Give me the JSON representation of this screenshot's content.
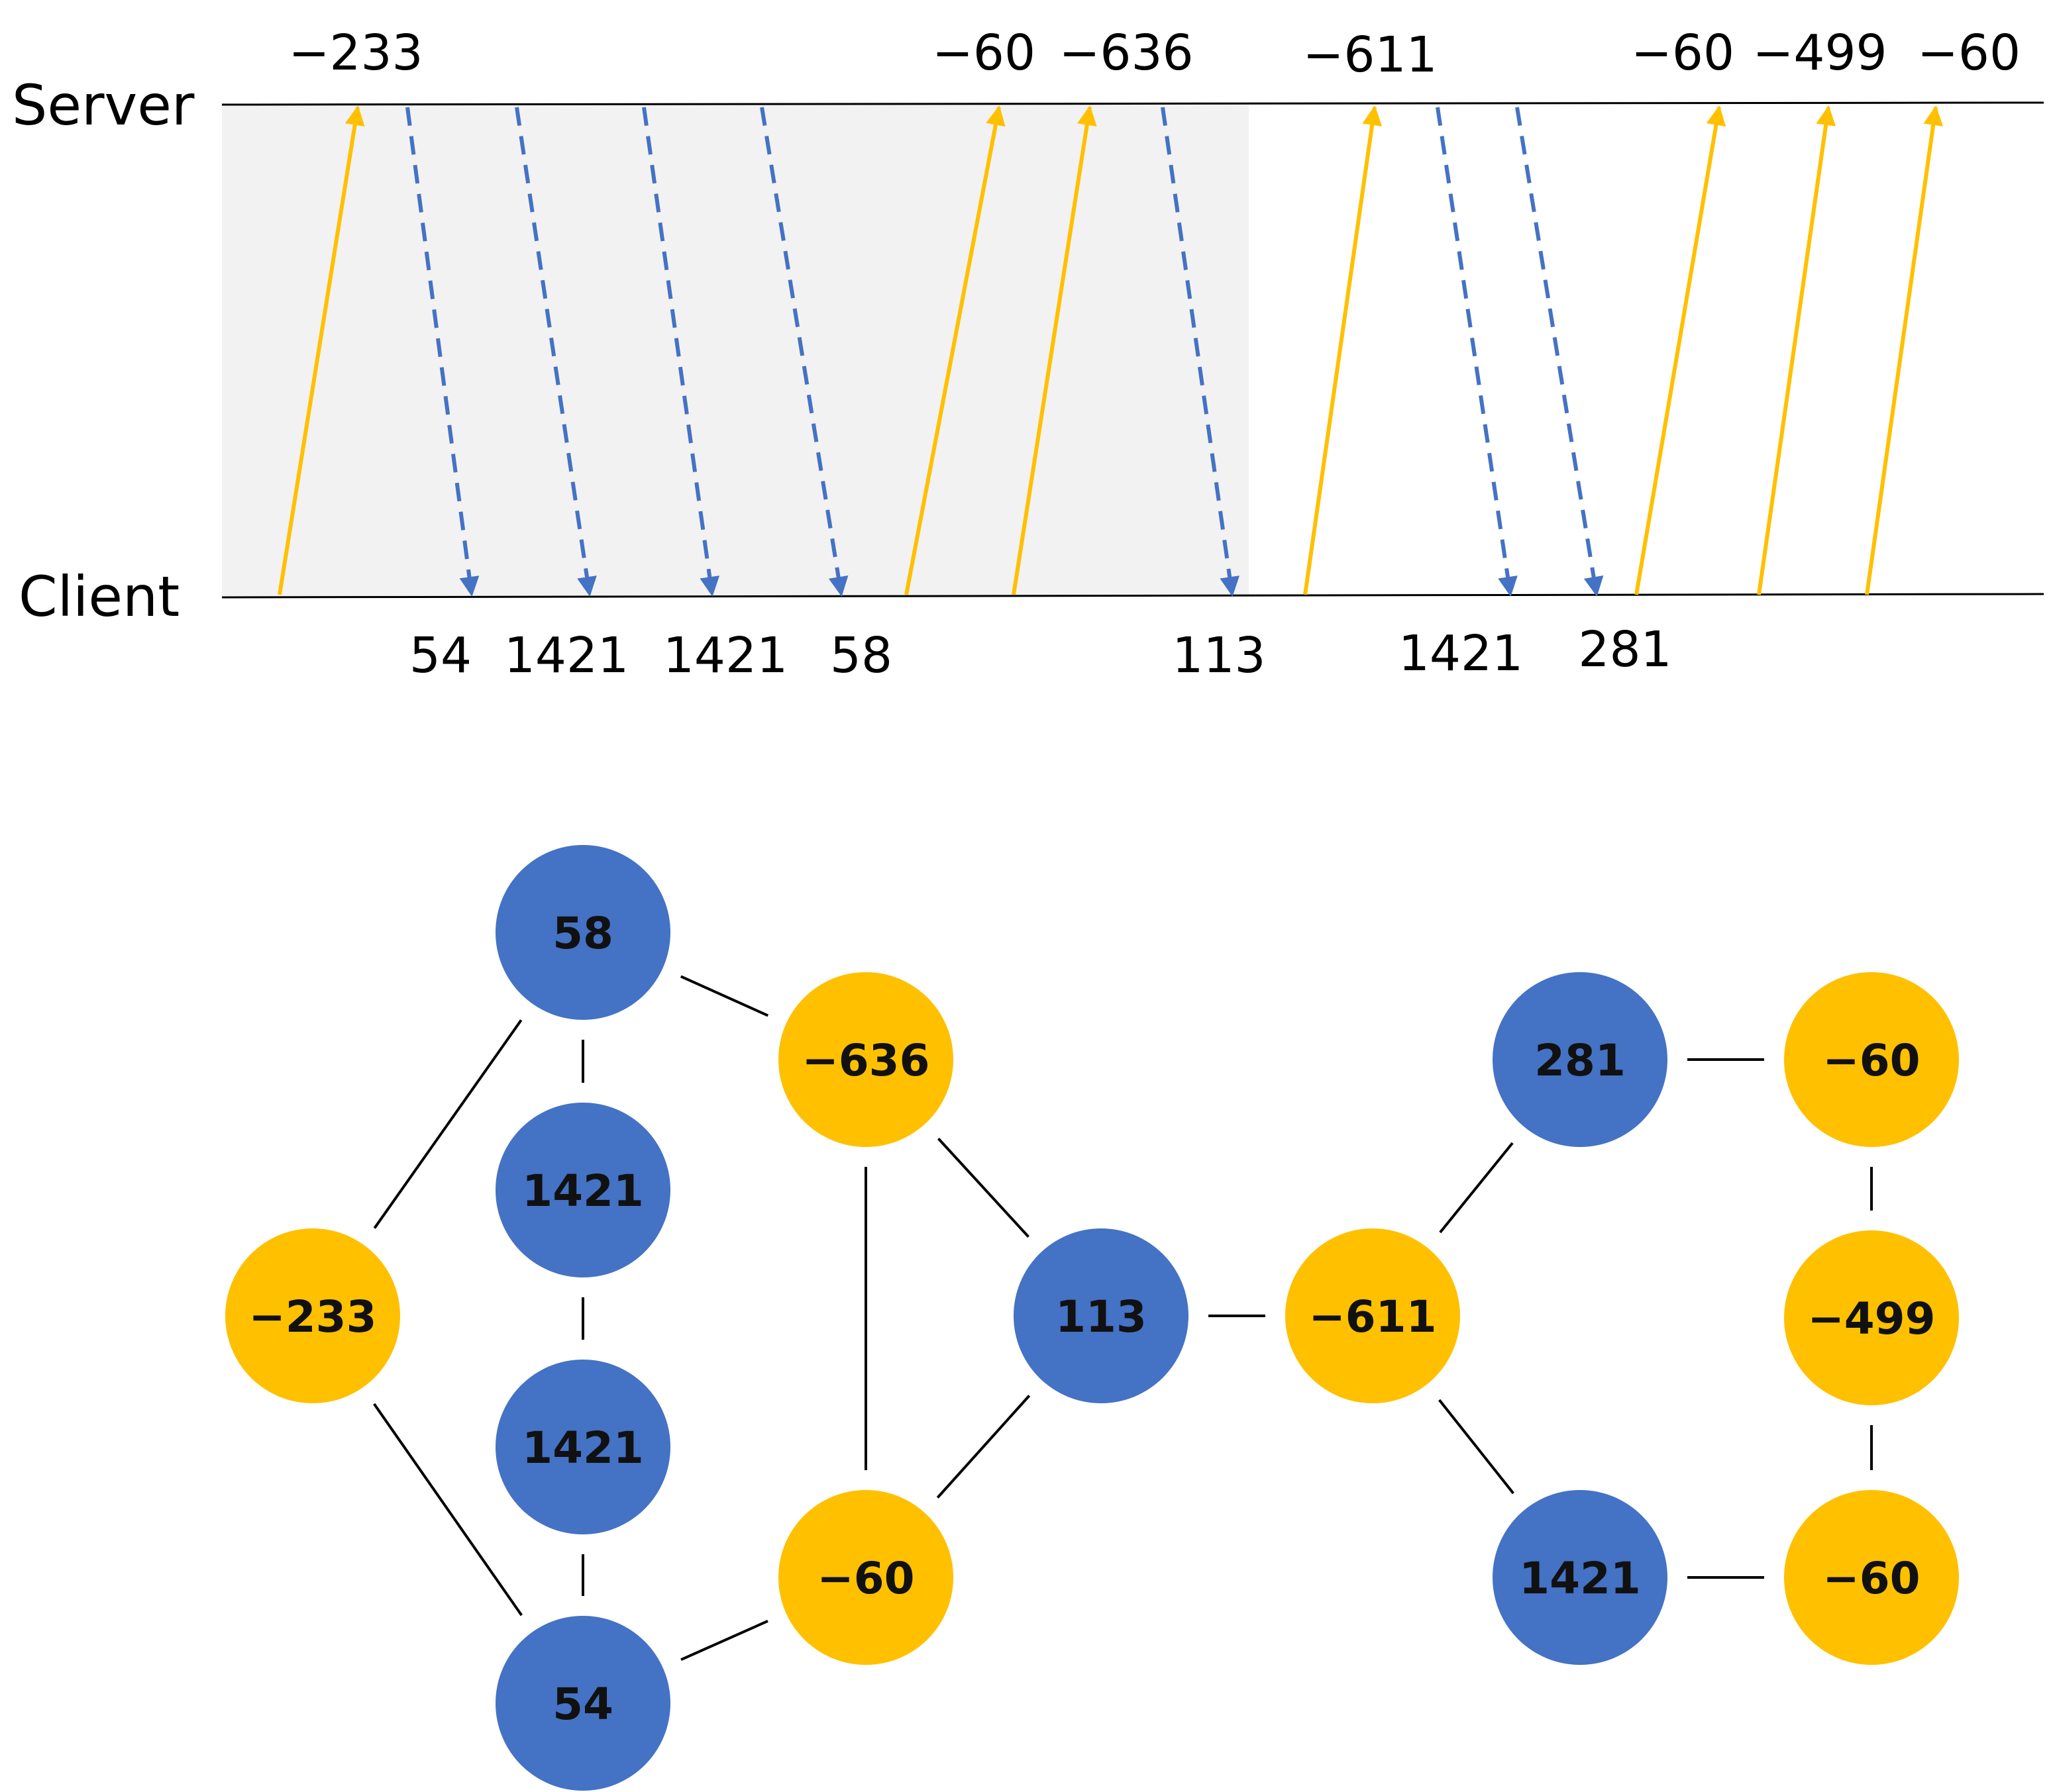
{
  "colors": {
    "upload": "#FFC000",
    "download": "#4472C4",
    "shade": "#F2F2F2",
    "line": "#000000"
  },
  "timeline": {
    "server_label": "Server",
    "client_label": "Client",
    "packets": [
      {
        "id": "p1",
        "dir": "up",
        "label": "−233"
      },
      {
        "id": "p2",
        "dir": "down",
        "label": "54"
      },
      {
        "id": "p3",
        "dir": "down",
        "label": "1421"
      },
      {
        "id": "p4",
        "dir": "down",
        "label": "1421"
      },
      {
        "id": "p5",
        "dir": "down",
        "label": "58"
      },
      {
        "id": "p6",
        "dir": "up",
        "label": "−60"
      },
      {
        "id": "p7",
        "dir": "up",
        "label": "−636"
      },
      {
        "id": "p8",
        "dir": "down",
        "label": "113"
      },
      {
        "id": "p9",
        "dir": "up",
        "label": "−611"
      },
      {
        "id": "p10",
        "dir": "down",
        "label": "1421"
      },
      {
        "id": "p11",
        "dir": "down",
        "label": "281"
      },
      {
        "id": "p12",
        "dir": "up",
        "label": "−60"
      },
      {
        "id": "p13",
        "dir": "up",
        "label": "−499"
      },
      {
        "id": "p14",
        "dir": "up",
        "label": "−60"
      }
    ]
  },
  "graph": {
    "nodes": [
      {
        "id": "n-233",
        "label": "−233",
        "type": "upload"
      },
      {
        "id": "n58",
        "label": "58",
        "type": "download"
      },
      {
        "id": "n1421a",
        "label": "1421",
        "type": "download"
      },
      {
        "id": "n1421b",
        "label": "1421",
        "type": "download"
      },
      {
        "id": "n54",
        "label": "54",
        "type": "download"
      },
      {
        "id": "n-636",
        "label": "−636",
        "type": "upload"
      },
      {
        "id": "n-60a",
        "label": "−60",
        "type": "upload"
      },
      {
        "id": "n113",
        "label": "113",
        "type": "download"
      },
      {
        "id": "n-611",
        "label": "−611",
        "type": "upload"
      },
      {
        "id": "n281",
        "label": "281",
        "type": "download"
      },
      {
        "id": "n1421c",
        "label": "1421",
        "type": "download"
      },
      {
        "id": "n-60b",
        "label": "−60",
        "type": "upload"
      },
      {
        "id": "n-499",
        "label": "−499",
        "type": "upload"
      },
      {
        "id": "n-60c",
        "label": "−60",
        "type": "upload"
      }
    ],
    "edges": [
      [
        "n-233",
        "n58"
      ],
      [
        "n-233",
        "n54"
      ],
      [
        "n58",
        "n1421a"
      ],
      [
        "n1421a",
        "n1421b"
      ],
      [
        "n1421b",
        "n54"
      ],
      [
        "n58",
        "n-636"
      ],
      [
        "n54",
        "n-60a"
      ],
      [
        "n-636",
        "n-60a"
      ],
      [
        "n-636",
        "n113"
      ],
      [
        "n-60a",
        "n113"
      ],
      [
        "n113",
        "n-611"
      ],
      [
        "n-611",
        "n281"
      ],
      [
        "n-611",
        "n1421c"
      ],
      [
        "n281",
        "n-60b"
      ],
      [
        "n-60b",
        "n-499"
      ],
      [
        "n-499",
        "n-60c"
      ],
      [
        "n1421c",
        "n-60c"
      ]
    ]
  }
}
